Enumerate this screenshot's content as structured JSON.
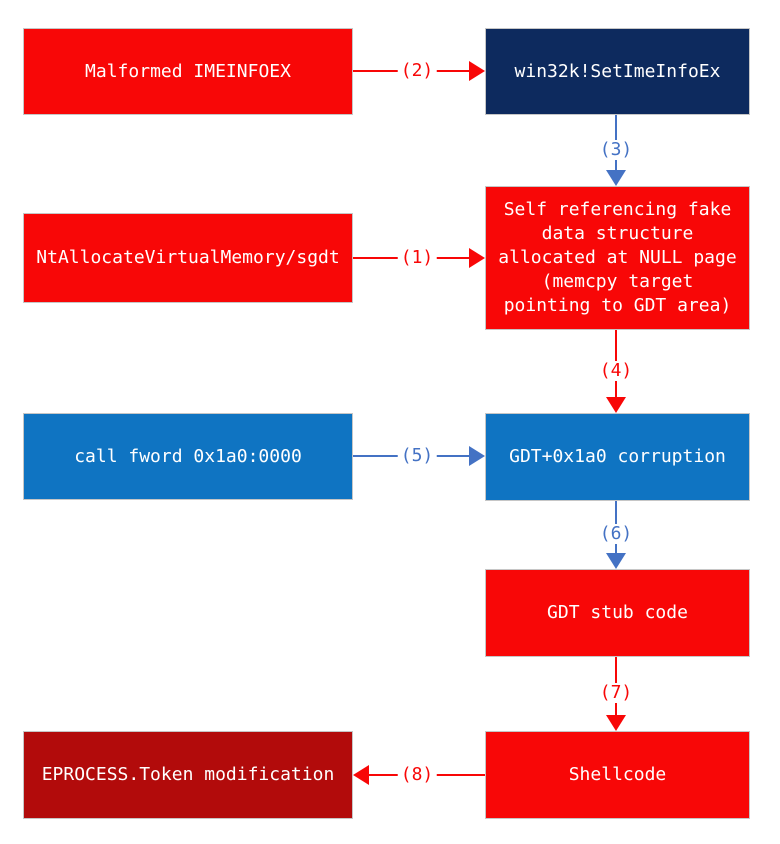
{
  "diagram": {
    "description": "Windows kernel exploit flow diagram (win32k IMEINFOEX GDT corruption)",
    "colors": {
      "box_red": "#f80707",
      "box_navy": "#0d2a5e",
      "box_blue": "#0f74c2",
      "box_dark_red": "#b20b0b",
      "arrow_red": "#f80707",
      "arrow_blue": "#4472c4",
      "box_border": "#c6c6c6",
      "box_text": "#ffffff",
      "background": "#ffffff"
    },
    "boxes": [
      {
        "id": "malformed-imeinfoex",
        "label": "Malformed IMEINFOEX",
        "color": "red"
      },
      {
        "id": "win32k-setimeinfoex",
        "label": "win32k!SetImeInfoEx",
        "color": "navy"
      },
      {
        "id": "fake-structure",
        "label": "Self referencing fake\ndata structure\nallocated at NULL page\n(memcpy target\npointing to GDT area)",
        "color": "red"
      },
      {
        "id": "ntallocatevirtualmemory-sgdt",
        "label": "NtAllocateVirtualMemory/sgdt",
        "color": "red"
      },
      {
        "id": "call-fword",
        "label": "call fword 0x1a0:0000",
        "color": "blue"
      },
      {
        "id": "gdt-corruption",
        "label": "GDT+0x1a0 corruption",
        "color": "blue"
      },
      {
        "id": "gdt-stub-code",
        "label": "GDT stub code",
        "color": "red"
      },
      {
        "id": "shellcode",
        "label": "Shellcode",
        "color": "red"
      },
      {
        "id": "eprocess-token-modification",
        "label": "EPROCESS.Token modification",
        "color": "dark_red"
      }
    ],
    "arrows": [
      {
        "label": "(1)",
        "from": "ntallocatevirtualmemory-sgdt",
        "to": "fake-structure",
        "color": "red",
        "direction": "right"
      },
      {
        "label": "(2)",
        "from": "malformed-imeinfoex",
        "to": "win32k-setimeinfoex",
        "color": "red",
        "direction": "right"
      },
      {
        "label": "(3)",
        "from": "win32k-setimeinfoex",
        "to": "fake-structure",
        "color": "blue",
        "direction": "down"
      },
      {
        "label": "(4)",
        "from": "fake-structure",
        "to": "gdt-corruption",
        "color": "red",
        "direction": "down"
      },
      {
        "label": "(5)",
        "from": "call-fword",
        "to": "gdt-corruption",
        "color": "blue",
        "direction": "right"
      },
      {
        "label": "(6)",
        "from": "gdt-corruption",
        "to": "gdt-stub-code",
        "color": "blue",
        "direction": "down"
      },
      {
        "label": "(7)",
        "from": "gdt-stub-code",
        "to": "shellcode",
        "color": "red",
        "direction": "down"
      },
      {
        "label": "(8)",
        "from": "shellcode",
        "to": "eprocess-token-modification",
        "color": "red",
        "direction": "left"
      }
    ]
  }
}
